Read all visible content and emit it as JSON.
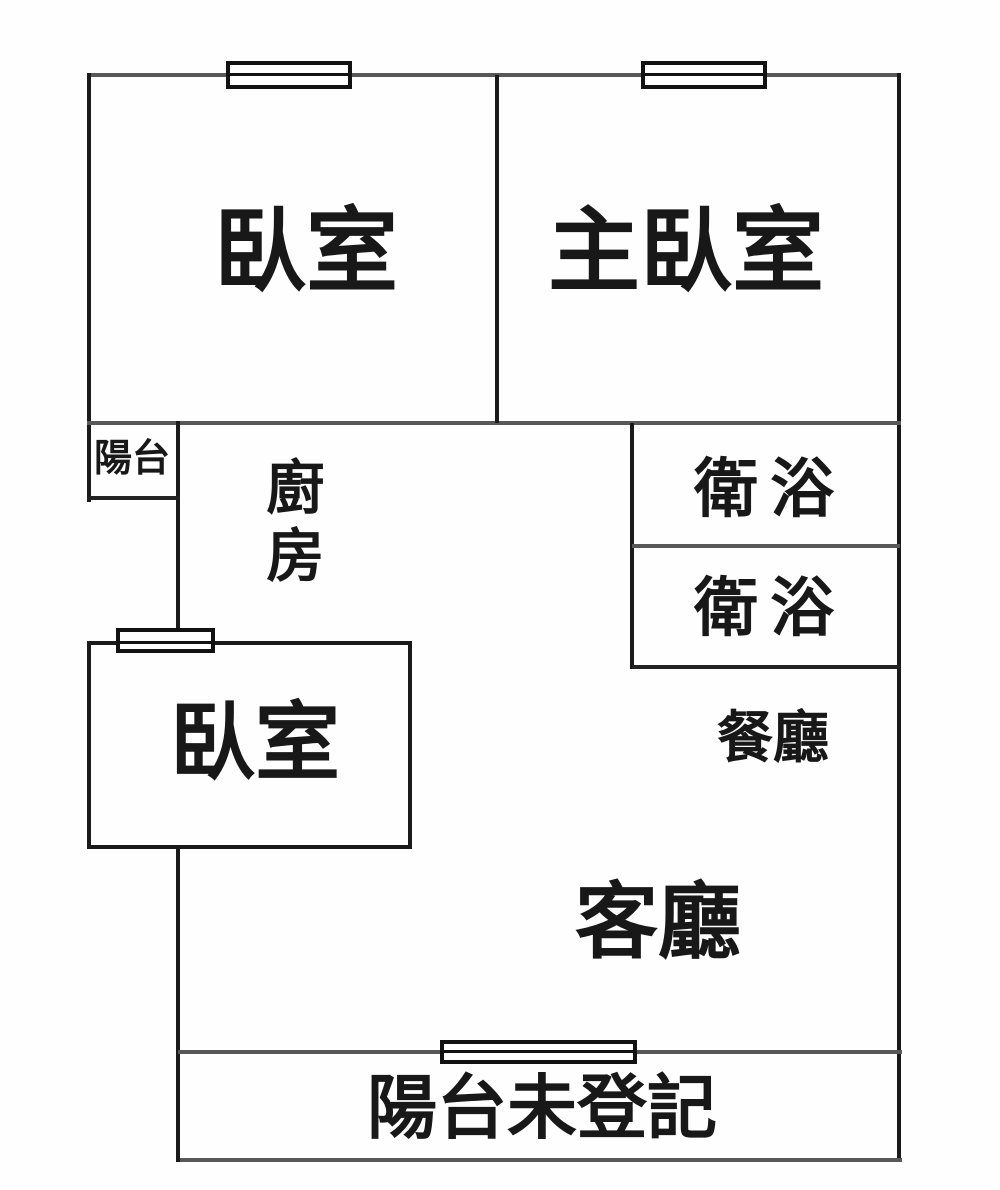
{
  "title": "apartment-floor-plan",
  "colors": {
    "background": "#fefefe",
    "wall_horizontal": "#585858",
    "wall_vertical": "#1a1a1a",
    "window_border": "#121212",
    "text": "#181818"
  },
  "rooms": {
    "bedroom_top_left": {
      "label": "臥室"
    },
    "master_bedroom": {
      "label": "主臥室"
    },
    "balcony_small": {
      "label": "陽台"
    },
    "kitchen": {
      "label": "廚房"
    },
    "bathroom_upper": {
      "label": "衛浴"
    },
    "bathroom_lower": {
      "label": "衛浴"
    },
    "dining": {
      "label": "餐廳"
    },
    "bedroom_lower_left": {
      "label": "臥室"
    },
    "living": {
      "label": "客廳"
    },
    "balcony_bottom": {
      "label": "陽台未登記"
    }
  },
  "symbols": {
    "window_count": 4
  }
}
